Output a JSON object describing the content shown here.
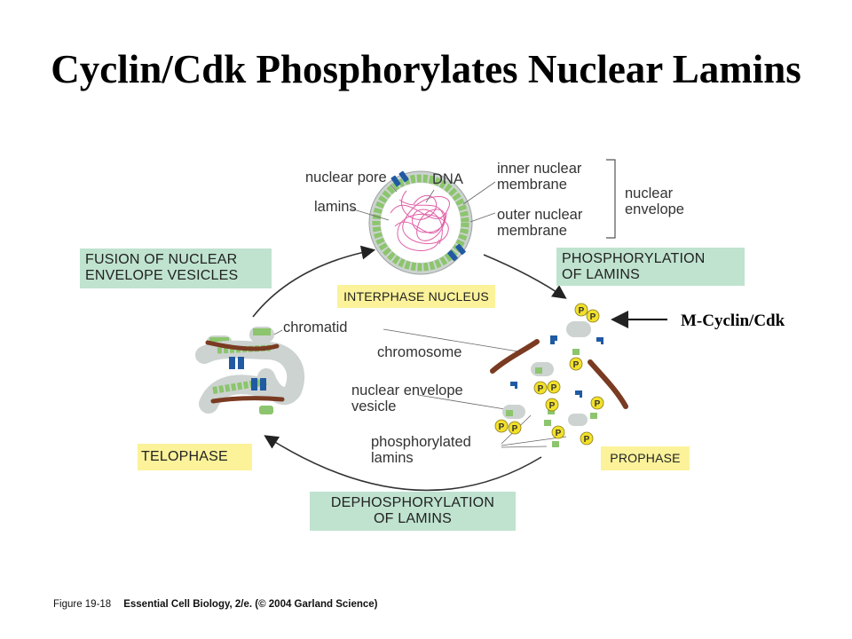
{
  "title": "Cyclin/Cdk Phosphorylates Nuclear Lamins",
  "stages": {
    "fusion": [
      "FUSION OF NUCLEAR",
      "ENVELOPE VESICLES"
    ],
    "phosphorylation": [
      "PHOSPHORYLATION",
      "OF LAMINS"
    ],
    "interphase": "INTERPHASE NUCLEUS",
    "telophase": "TELOPHASE",
    "prophase": "PROPHASE",
    "dephosphorylation": [
      "DEPHOSPHORYLATION",
      "OF LAMINS"
    ]
  },
  "labels": {
    "nuclear_pore": "nuclear pore",
    "dna": "DNA",
    "lamins": "lamins",
    "inner_membrane": [
      "inner nuclear",
      "membrane"
    ],
    "outer_membrane": [
      "outer nuclear",
      "membrane"
    ],
    "nuclear_envelope": [
      "nuclear",
      "envelope"
    ],
    "chromatid": "chromatid",
    "chromosome": "chromosome",
    "envelope_vesicle": [
      "nuclear envelope",
      "vesicle"
    ],
    "phosphorylated_lamins": [
      "phosphorylated",
      "lamins"
    ],
    "phosphate": "P"
  },
  "annotation": "M-Cyclin/Cdk",
  "caption": {
    "figure": "Figure 19-18",
    "source": "Essential Cell Biology, 2/e. (© 2004 Garland Science)"
  },
  "colors": {
    "green_box": "#bfe3cf",
    "yellow_box": "#fbf29a",
    "lamin_green": "#8cc56d",
    "membrane_gray": "#c9cfcd",
    "pore_blue": "#1f5aa3",
    "chromosome_brown": "#7a3b22",
    "dna_pink": "#e060a8",
    "phosphate_yellow": "#f2e02a"
  }
}
